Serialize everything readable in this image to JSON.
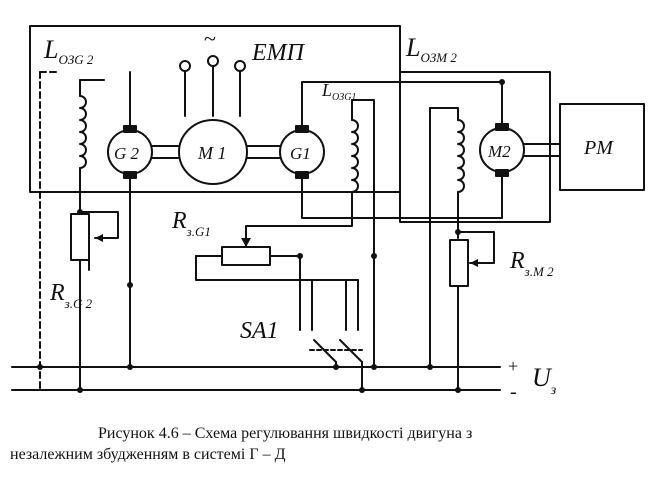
{
  "labels": {
    "l_ozg2_main": "L",
    "l_ozg2_sub": "ОЗG 2",
    "emp": "ЕМП",
    "tilde": "~",
    "l_ozm2_main": "L",
    "l_ozm2_sub": "ОЗМ 2",
    "l_ozg1_main": "L",
    "l_ozg1_sub": "ОЗG1",
    "g2": "G 2",
    "m1": "M 1",
    "g1": "G1",
    "m2": "M2",
    "pm": "PM",
    "r_zg1_main": "R",
    "r_zg1_sub": "з.G1",
    "r_zm2_main": "R",
    "r_zm2_sub": "з.M 2",
    "r_zg2_main": "R",
    "r_zg2_sub": "з.G 2",
    "sa1": "SA1",
    "plus": "+",
    "minus": "-",
    "u_main": "U",
    "u_sub": "з"
  },
  "caption": {
    "line1": "Рисунок 4.6 – Схема регулювання швидкості двигуна з",
    "line2": "незалежним збудженням в системі Г – Д"
  }
}
